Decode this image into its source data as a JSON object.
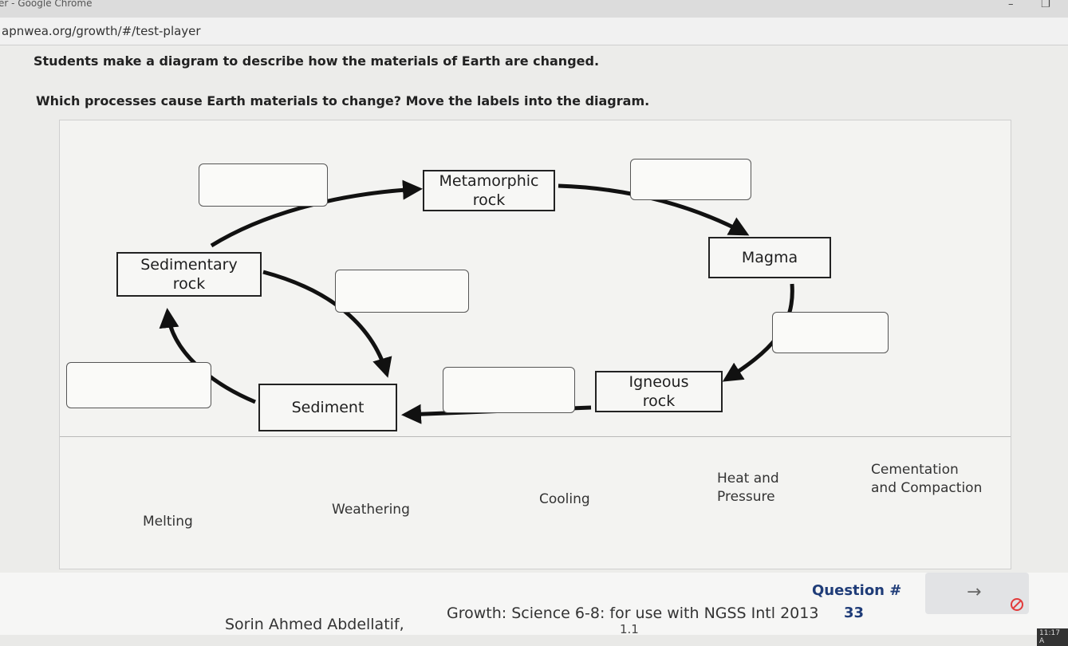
{
  "browser": {
    "window_title": "er - Google Chrome",
    "url": "apnwea.org/growth/#/test-player",
    "minimize_glyph": "–",
    "restore_glyph": "❐"
  },
  "question": {
    "intro": "Students make a diagram to describe how the materials of Earth are changed.",
    "instruction": "Which processes cause Earth materials to change? Move the labels into the diagram."
  },
  "diagram": {
    "rocks": {
      "metamorphic": [
        "Metamorphic",
        "rock"
      ],
      "sedimentary": [
        "Sedimentary",
        "rock"
      ],
      "magma": "Magma",
      "igneous": [
        "Igneous",
        "rock"
      ],
      "sediment": "Sediment"
    }
  },
  "label_bank": {
    "melting": "Melting",
    "weathering": "Weathering",
    "cooling": "Cooling",
    "heat_pressure": [
      "Heat and",
      "Pressure"
    ],
    "cementation": [
      "Cementation",
      "and Compaction"
    ]
  },
  "footer": {
    "student_name": "Sorin Ahmed Abdellatif,",
    "test_name": "Growth: Science 6-8: for use with NGSS Intl 2013",
    "version": "1.1",
    "question_label": "Question #",
    "question_number": "33",
    "next_arrow": "→",
    "clock": "11:17 A"
  },
  "colors": {
    "accent_blue": "#1f3c78",
    "stop_red": "#e23b3b",
    "arrow_dark": "#111111"
  }
}
